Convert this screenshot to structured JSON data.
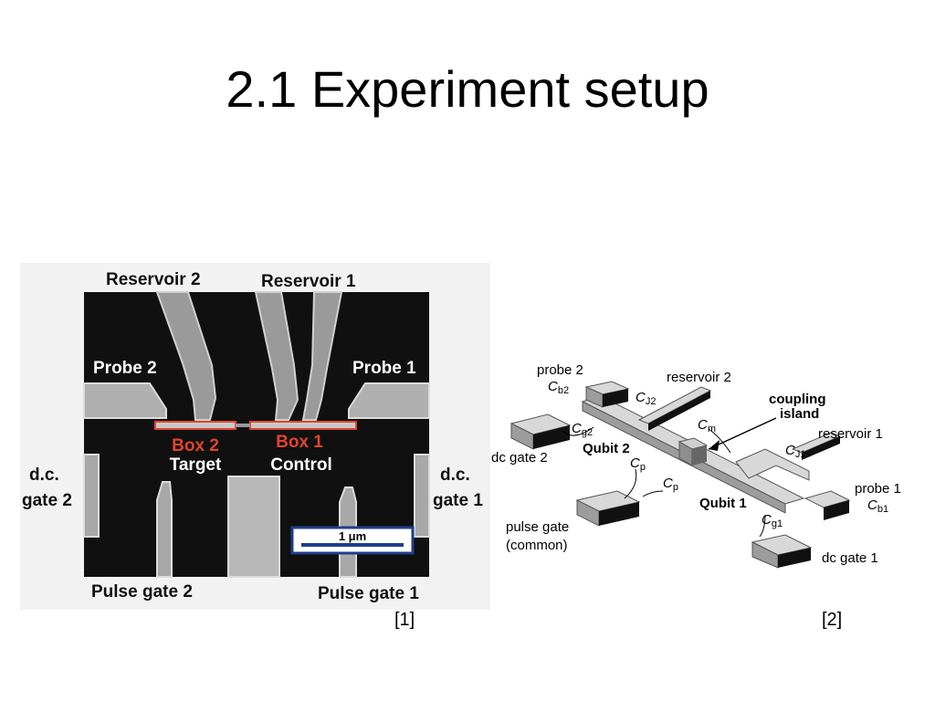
{
  "slide": {
    "title": "2.1 Experiment setup"
  },
  "micrograph": {
    "labels": {
      "reservoir2": "Reservoir 2",
      "reservoir1": "Reservoir 1",
      "probe2": "Probe 2",
      "probe1": "Probe 1",
      "box2": "Box 2",
      "target": "Target",
      "box1": "Box 1",
      "control": "Control",
      "dc": "d.c.",
      "gate2": "gate 2",
      "gate1": "gate 1",
      "pulse_gate2": "Pulse gate 2",
      "pulse_gate1": "Pulse gate 1",
      "scale": "1 μm"
    },
    "colors": {
      "box_outline": "#e0452a",
      "scale_border": "#1f3d8c"
    }
  },
  "schematic": {
    "labels": {
      "probe2": "probe 2",
      "cb2_main": "C",
      "cb2_sub": "b2",
      "cj2_main": "C",
      "cj2_sub": "J2",
      "reservoir2": "reservoir 2",
      "coupling": "coupling",
      "island": "island",
      "cg2_main": "C",
      "cg2_sub": "g2",
      "cm_main": "C",
      "cm_sub": "m",
      "reservoir1": "reservoir 1",
      "dc_gate2": "dc gate 2",
      "qubit2": "Qubit 2",
      "cj1_main": "C",
      "cj1_sub": "J1",
      "cp_main": "C",
      "cp_sub": "p",
      "probe1": "probe 1",
      "cb1_main": "C",
      "cb1_sub": "b1",
      "qubit1": "Qubit 1",
      "pulse_gate": "pulse gate",
      "common": "(common)",
      "cg1_main": "C",
      "cg1_sub": "g1",
      "dc_gate1": "dc gate 1"
    }
  },
  "citations": {
    "left": "[1]",
    "right": "[2]"
  }
}
